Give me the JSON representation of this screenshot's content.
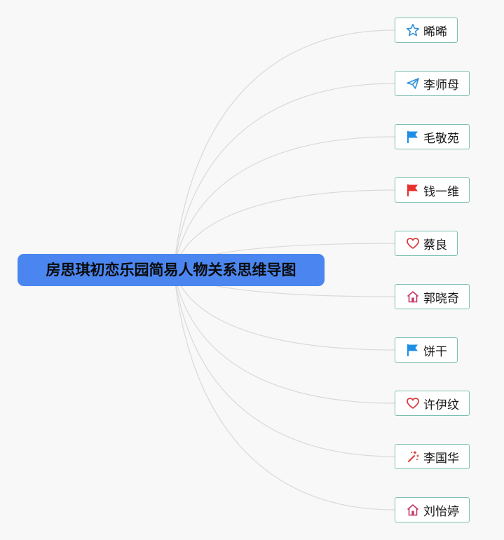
{
  "root": {
    "title": "房思琪初恋乐园简易人物关系思维导图",
    "color": "#4b86f0"
  },
  "nodes": [
    {
      "label": "晞晞",
      "icon": "star-icon",
      "icon_color": "#2f8fd8"
    },
    {
      "label": "李师母",
      "icon": "paper-plane-icon",
      "icon_color": "#2f8fd8"
    },
    {
      "label": "毛敬苑",
      "icon": "blue-flag-icon",
      "icon_color": "#1f8fe6"
    },
    {
      "label": "钱一维",
      "icon": "red-flag-icon",
      "icon_color": "#e5322d"
    },
    {
      "label": "蔡良",
      "icon": "heart-icon",
      "icon_color": "#d83a3a"
    },
    {
      "label": "郭晓奇",
      "icon": "home-icon",
      "icon_color": "#c2366a"
    },
    {
      "label": "饼干",
      "icon": "blue-flag-icon",
      "icon_color": "#1f8fe6"
    },
    {
      "label": "许伊纹",
      "icon": "heart-icon",
      "icon_color": "#d83a3a"
    },
    {
      "label": "李国华",
      "icon": "magic-wand-icon",
      "icon_color": "#d83a3a"
    },
    {
      "label": "刘怡婷",
      "icon": "home-icon",
      "icon_color": "#c2366a"
    }
  ],
  "colors": {
    "node_border": "#7dbfb3",
    "connector": "#d9d9d9",
    "background": "#f8f8f8"
  }
}
